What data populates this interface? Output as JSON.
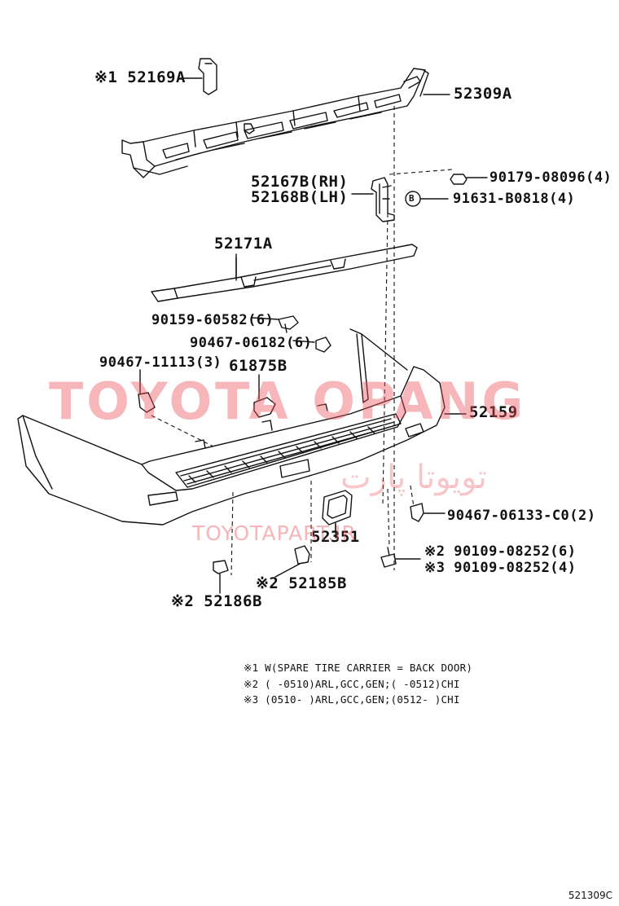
{
  "parts": {
    "p52169A": "※1 52169A",
    "p52309A": "52309A",
    "p52167B": "52167B(RH)",
    "p52168B": "52168B(LH)",
    "p90179": "90179-08096(4)",
    "p91631": "91631-B0818(4)",
    "p52171A": "52171A",
    "p90159": "90159-60582(6)",
    "p90467_06182": "90467-06182(6)",
    "p90467_11113": "90467-11113(3)",
    "p61875B": "61875B",
    "p52159": "52159",
    "p90467_06133": "90467-06133-C0(2)",
    "p52351": "52351",
    "p90109_a": "※2 90109-08252(6)",
    "p90109_b": "※3 90109-08252(4)",
    "p52185B": "※2 52185B",
    "p52186B": "※2 52186B",
    "circle_b": "B"
  },
  "notes": {
    "n1": "※1 W(SPARE TIRE CARRIER = BACK DOOR)",
    "n2": "※2 (     -0510)ARL,GCC,GEN;(     -0512)CHI",
    "n3": "※3 (0510-     )ARL,GCC,GEN;(0512-     )CHI"
  },
  "watermarks": {
    "brand": "TOYOTA OPANG",
    "site": "TOYOTAPART.IR",
    "farsi": "تويوتا پارت"
  },
  "diagram_code": "521309C"
}
